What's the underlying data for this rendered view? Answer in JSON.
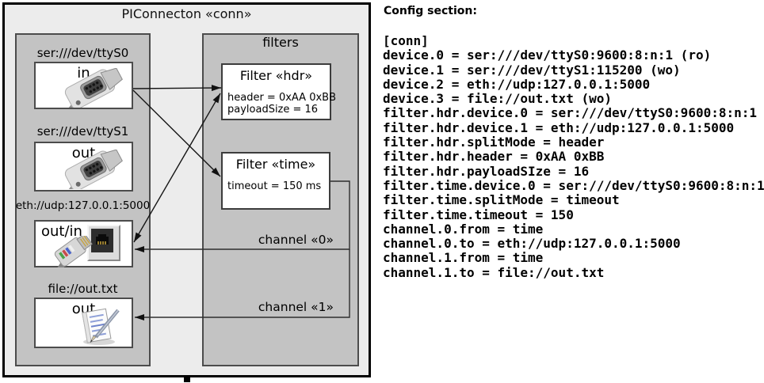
{
  "diagram": {
    "title": "PIConnecton «conn»",
    "filters_group_title": "filters",
    "devices": [
      {
        "label": "ser:///dev/ttyS0",
        "direction": "in",
        "icon": "serial-connector-photo"
      },
      {
        "label": "ser:///dev/ttyS1",
        "direction": "out",
        "icon": "serial-connector-photo"
      },
      {
        "label": "eth://udp:127.0.0.1:5000",
        "direction": "out/in",
        "icon": "ethernet-connector-photo"
      },
      {
        "label": "file://out.txt",
        "direction": "out",
        "icon": "notepad-pen-icon"
      }
    ],
    "filters": [
      {
        "title": "Filter «hdr»",
        "properties": [
          "header = 0xAA 0xBB",
          "payloadSize = 16"
        ]
      },
      {
        "title": "Filter «time»",
        "properties": [
          "timeout = 150 ms"
        ]
      }
    ],
    "channels": [
      {
        "label": "channel «0»"
      },
      {
        "label": "channel «1»"
      }
    ],
    "colors": {
      "outer_fill": "#ececec",
      "group_fill": "#c3c3c3",
      "box_fill": "#ffffff",
      "line": "#161616"
    }
  },
  "config": {
    "heading": "Config section:",
    "section_lines": [
      "[conn]",
      "device.0 = ser:///dev/ttyS0:9600:8:n:1 (ro)",
      "device.1 = ser:///dev/ttyS1:115200 (wo)",
      "device.2 = eth://udp:127.0.0.1:5000",
      "device.3 = file://out.txt (wo)",
      "filter.hdr.device.0 = ser:///dev/ttyS0:9600:8:n:1",
      "filter.hdr.device.1 = eth://udp:127.0.0.1:5000",
      "filter.hdr.splitMode = header",
      "filter.hdr.header = 0xAA 0xBB",
      "filter.hdr.payloadSIze = 16",
      "filter.time.device.0 = ser:///dev/ttyS0:9600:8:n:1",
      "filter.time.splitMode = timeout",
      "filter.time.timeout = 150",
      "channel.0.from = time",
      "channel.0.to = eth://udp:127.0.0.1:5000",
      "channel.1.from = time",
      "channel.1.to = file://out.txt"
    ]
  }
}
